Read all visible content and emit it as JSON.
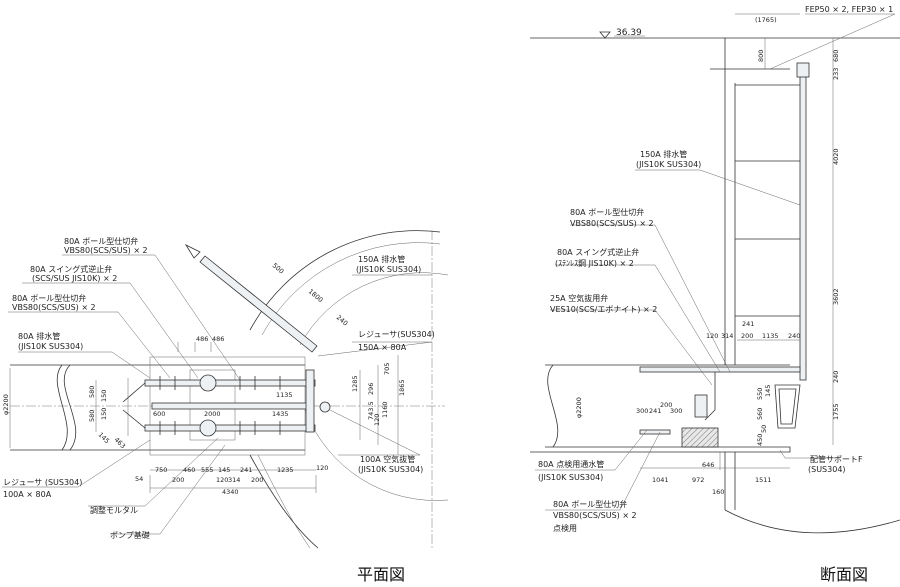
{
  "plan": {
    "title": "平面図",
    "labels": {
      "valve_top_1": "80A ボール型仕切弁",
      "valve_top_2": "VBS80(SCS/SUS) × 2",
      "check_1": "80A スイング式逆止弁",
      "check_2": "(SCS/SUS JIS10K) × 2",
      "valve_mid_1": "80A ボール型仕切弁",
      "valve_mid_2": "VBS80(SCS/SUS) × 2",
      "drain80_1": "80A 排水管",
      "drain80_2": "(JIS10K SUS304)",
      "drain150_1": "150A 排水管",
      "drain150_2": "(JIS10K SUS304)",
      "reducer150_1": "レジューサ(SUS304)",
      "reducer150_2": "150A × 80A",
      "air100_1": "100A 空気抜管",
      "air100_2": "(JIS10K SUS304)",
      "reducer100_1": "レジューサ (SUS304)",
      "reducer100_2": "100A × 80A",
      "mortar": "調整モルタル",
      "pump_base": "ポンプ基礎"
    },
    "dims": [
      "500",
      "1800",
      "240",
      "486",
      "486",
      "1285",
      "705",
      "1865",
      "296",
      "743.5",
      "1160",
      "120",
      "1135",
      "1435",
      "2000",
      "600",
      "580",
      "580",
      "150",
      "150",
      "145",
      "463",
      "φ2200",
      "750",
      "460",
      "555",
      "145",
      "241",
      "1235",
      "120",
      "54",
      "200",
      "120",
      "314",
      "200",
      "4340"
    ]
  },
  "section": {
    "title": "断面図",
    "level": "36.39",
    "labels": {
      "fep": "FEP50 × 2, FEP30 × 1",
      "drain150_1": "150A 排水管",
      "drain150_2": "(JIS10K SUS304)",
      "valve_1": "80A ボール型仕切弁",
      "valve_2": "VBS80(SCS/SUS) × 2",
      "check_1": "80A スイング式逆止弁",
      "check_2": "(ｽﾃﾝﾚｽ鋼 JIS10K) × 2",
      "air_1": "25A 空気抜用弁",
      "air_2": "VES10(SCS/エボナイト) × 2",
      "inspect_1": "80A 点検用通水管",
      "inspect_2": "(JIS10K SUS304)",
      "valve3_1": "80A ボール型仕切弁",
      "valve3_2": "VBS80(SCS/SUS) × 2",
      "valve3_3": "点検用",
      "support_1": "配管サポートF",
      "support_2": "(SUS304)"
    },
    "dims": [
      "(1765)",
      "800",
      "680",
      "233",
      "4020",
      "3602",
      "120",
      "314",
      "241",
      "200",
      "1135",
      "240",
      "240",
      "1755",
      "φ2200",
      "550",
      "560",
      "50",
      "450",
      "145",
      "200",
      "300",
      "241",
      "300",
      "646",
      "1041",
      "972",
      "160",
      "1511"
    ]
  }
}
